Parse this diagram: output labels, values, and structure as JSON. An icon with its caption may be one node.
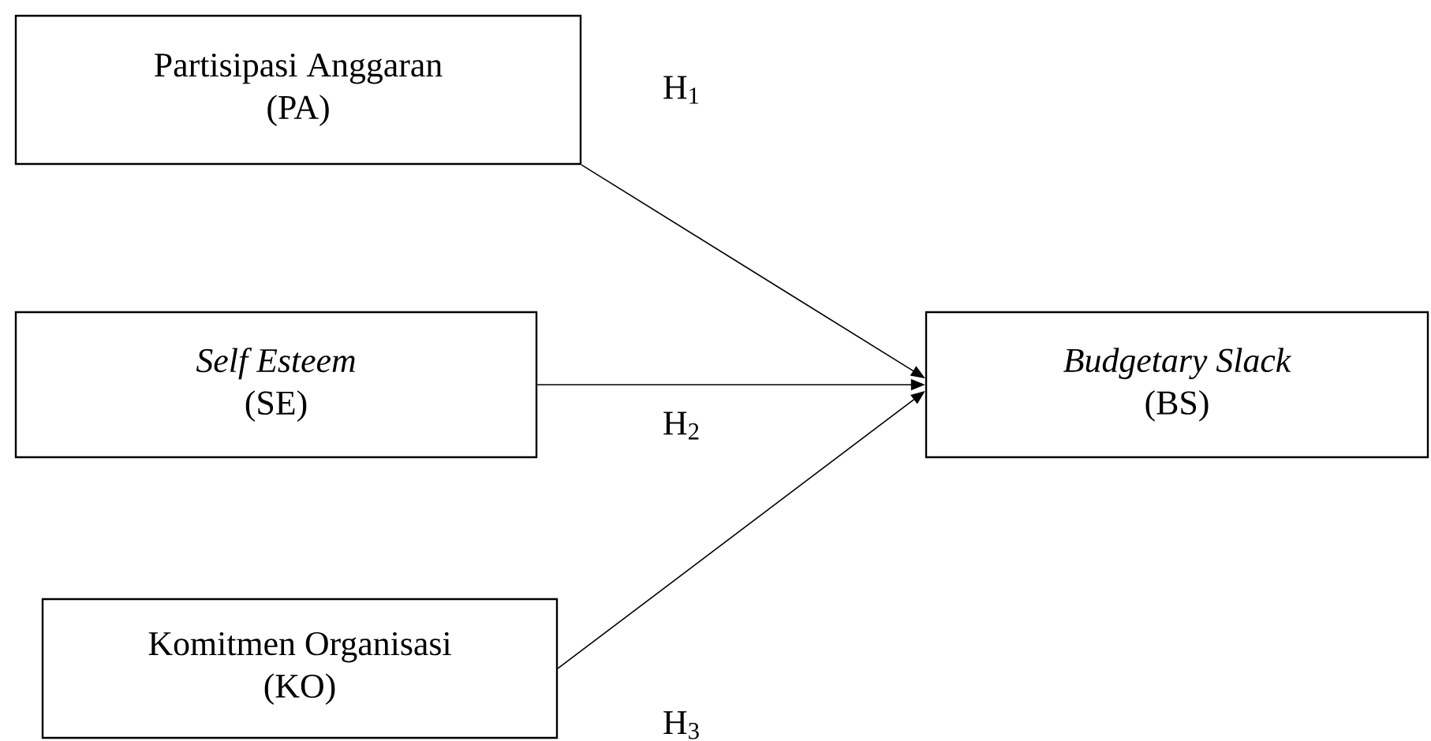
{
  "diagram": {
    "nodes": [
      {
        "text": [
          "Partisipasi Anggaran",
          "(PA)"
        ]
      },
      {
        "text": [
          "Self Esteem",
          "(SE)"
        ]
      },
      {
        "text": [
          "Komitmen Organisasi",
          "(KO)"
        ]
      },
      {
        "text": [
          "Budgetary Slack",
          "(BS)"
        ]
      }
    ],
    "edges": [
      {
        "from": 0,
        "to": 3,
        "arrow": "to",
        "label": "H$_{1}$"
      },
      {
        "from": 1,
        "to": 3,
        "arrow": "to",
        "label": "H$_{2}$"
      },
      {
        "from": 2,
        "to": 3,
        "arrow": "to",
        "label": "H$_{3}$"
      }
    ]
  }
}
